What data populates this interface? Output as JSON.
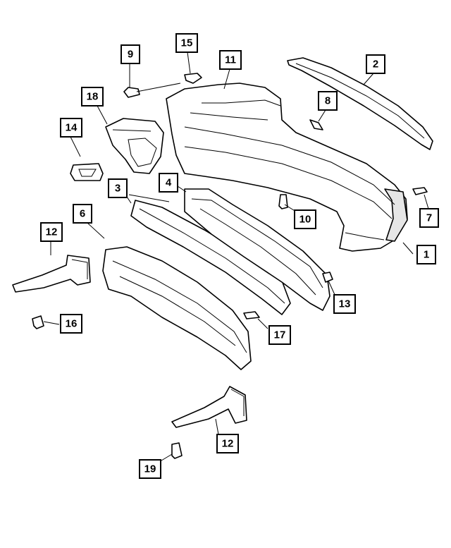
{
  "callouts": {
    "c1": "1",
    "c2": "2",
    "c3": "3",
    "c4": "4",
    "c6": "6",
    "c7": "7",
    "c8": "8",
    "c9": "9",
    "c10": "10",
    "c11": "11",
    "c12a": "12",
    "c12b": "12",
    "c13": "13",
    "c14": "14",
    "c15": "15",
    "c16": "16",
    "c17": "17",
    "c18": "18",
    "c19": "19"
  },
  "colors": {
    "line": "#000000",
    "background": "#ffffff"
  }
}
